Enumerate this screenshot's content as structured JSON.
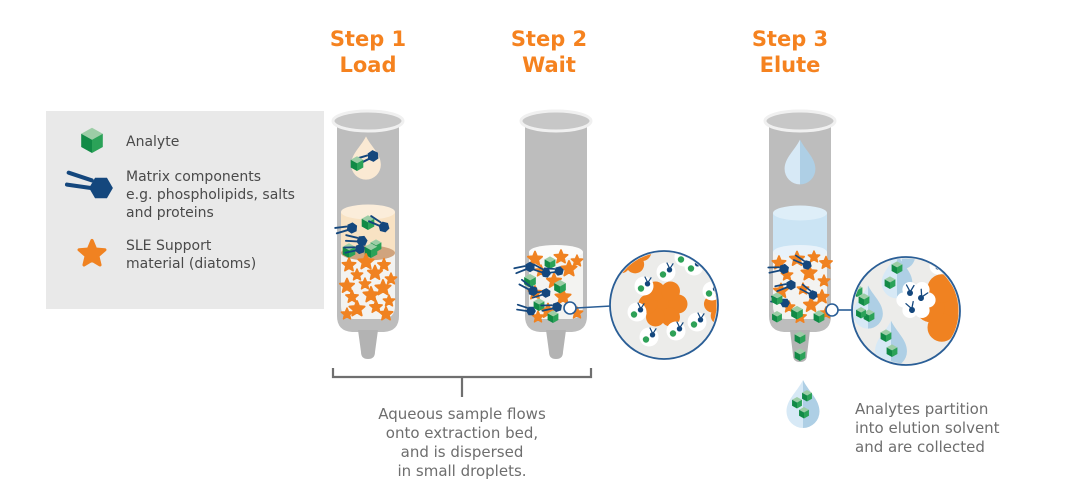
{
  "legend": {
    "items": [
      {
        "icon": "analyte-cube-icon",
        "lines": [
          "Analyte"
        ]
      },
      {
        "icon": "matrix-component-icon",
        "lines": [
          "Matrix components",
          "e.g. phospholipids, salts",
          "and proteins"
        ]
      },
      {
        "icon": "sle-support-star-icon",
        "lines": [
          "SLE Support",
          "material (diatoms)"
        ]
      }
    ]
  },
  "steps": [
    {
      "title": "Step 1",
      "subtitle": "Load"
    },
    {
      "title": "Step 2",
      "subtitle": "Wait"
    },
    {
      "title": "Step 3",
      "subtitle": "Elute"
    }
  ],
  "captions": {
    "load_wait": {
      "lines": [
        "Aqueous sample flows",
        "onto extraction bed,",
        "and is dispersed",
        "in small droplets."
      ]
    },
    "elute": {
      "lines": [
        "Analytes partition",
        "into elution solvent",
        "and are collected"
      ]
    }
  },
  "colors": {
    "accent_orange": "#F5821F",
    "star_orange": "#F08221",
    "matrix_navy": "#14477D",
    "analyte_green_dark": "#118A46",
    "analyte_green_mid": "#2BA258",
    "analyte_green_light": "#9CCDA6",
    "tube_gray": "#BDBDBD",
    "legend_background": "#E9E9E9",
    "sample_peach": "#F8E2C3",
    "solvent_blue": "#CBE4F4",
    "caption_gray": "#6E6E6E",
    "callout_stroke": "#2A5E96"
  }
}
